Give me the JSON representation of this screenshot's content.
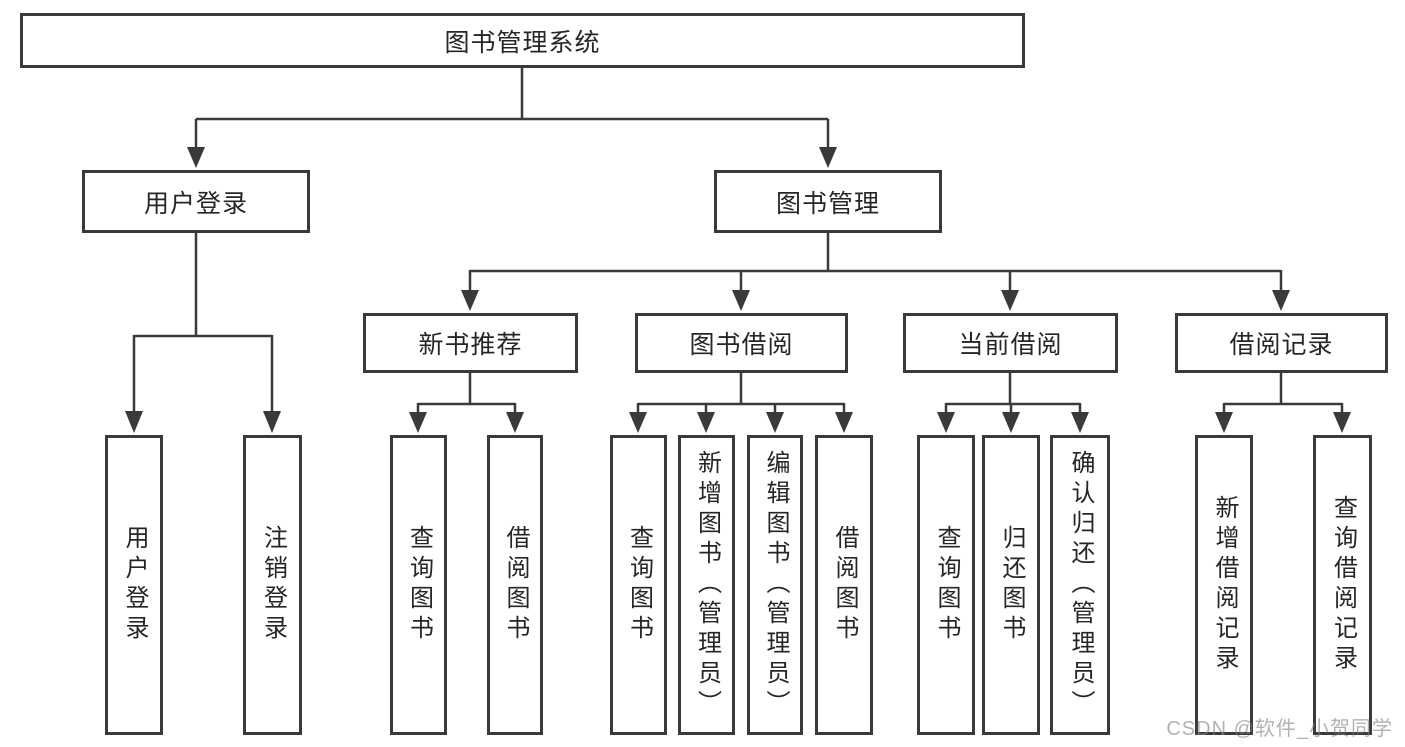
{
  "tree": {
    "root": {
      "label": "图书管理系统"
    },
    "branches": [
      {
        "label": "用户登录",
        "leaves": [
          {
            "label": "用户登录"
          },
          {
            "label": "注销登录"
          }
        ]
      },
      {
        "label": "图书管理",
        "groups": [
          {
            "label": "新书推荐",
            "leaves": [
              {
                "label": "查询图书"
              },
              {
                "label": "借阅图书"
              }
            ]
          },
          {
            "label": "图书借阅",
            "leaves": [
              {
                "label": "查询图书"
              },
              {
                "label": "新增图书（管理员）"
              },
              {
                "label": "编辑图书（管理员）"
              },
              {
                "label": "借阅图书"
              }
            ]
          },
          {
            "label": "当前借阅",
            "leaves": [
              {
                "label": "查询图书"
              },
              {
                "label": "归还图书"
              },
              {
                "label": "确认归还（管理员）"
              }
            ]
          },
          {
            "label": "借阅记录",
            "leaves": [
              {
                "label": "新增借阅记录"
              },
              {
                "label": "查询借阅记录"
              }
            ]
          }
        ]
      }
    ]
  },
  "watermark": {
    "text": "CSDN @软件_小贺同学"
  },
  "colors": {
    "line": "#3a3a3a",
    "text": "#262626",
    "background": "#ffffff",
    "watermark": "#a9a9a9"
  }
}
